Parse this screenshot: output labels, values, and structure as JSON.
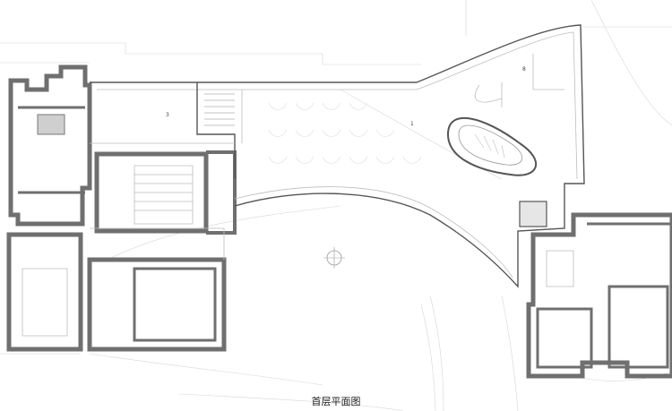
{
  "caption": "首层平面图",
  "room_labels": {
    "r1": "1",
    "r3": "3",
    "r8": "8"
  }
}
